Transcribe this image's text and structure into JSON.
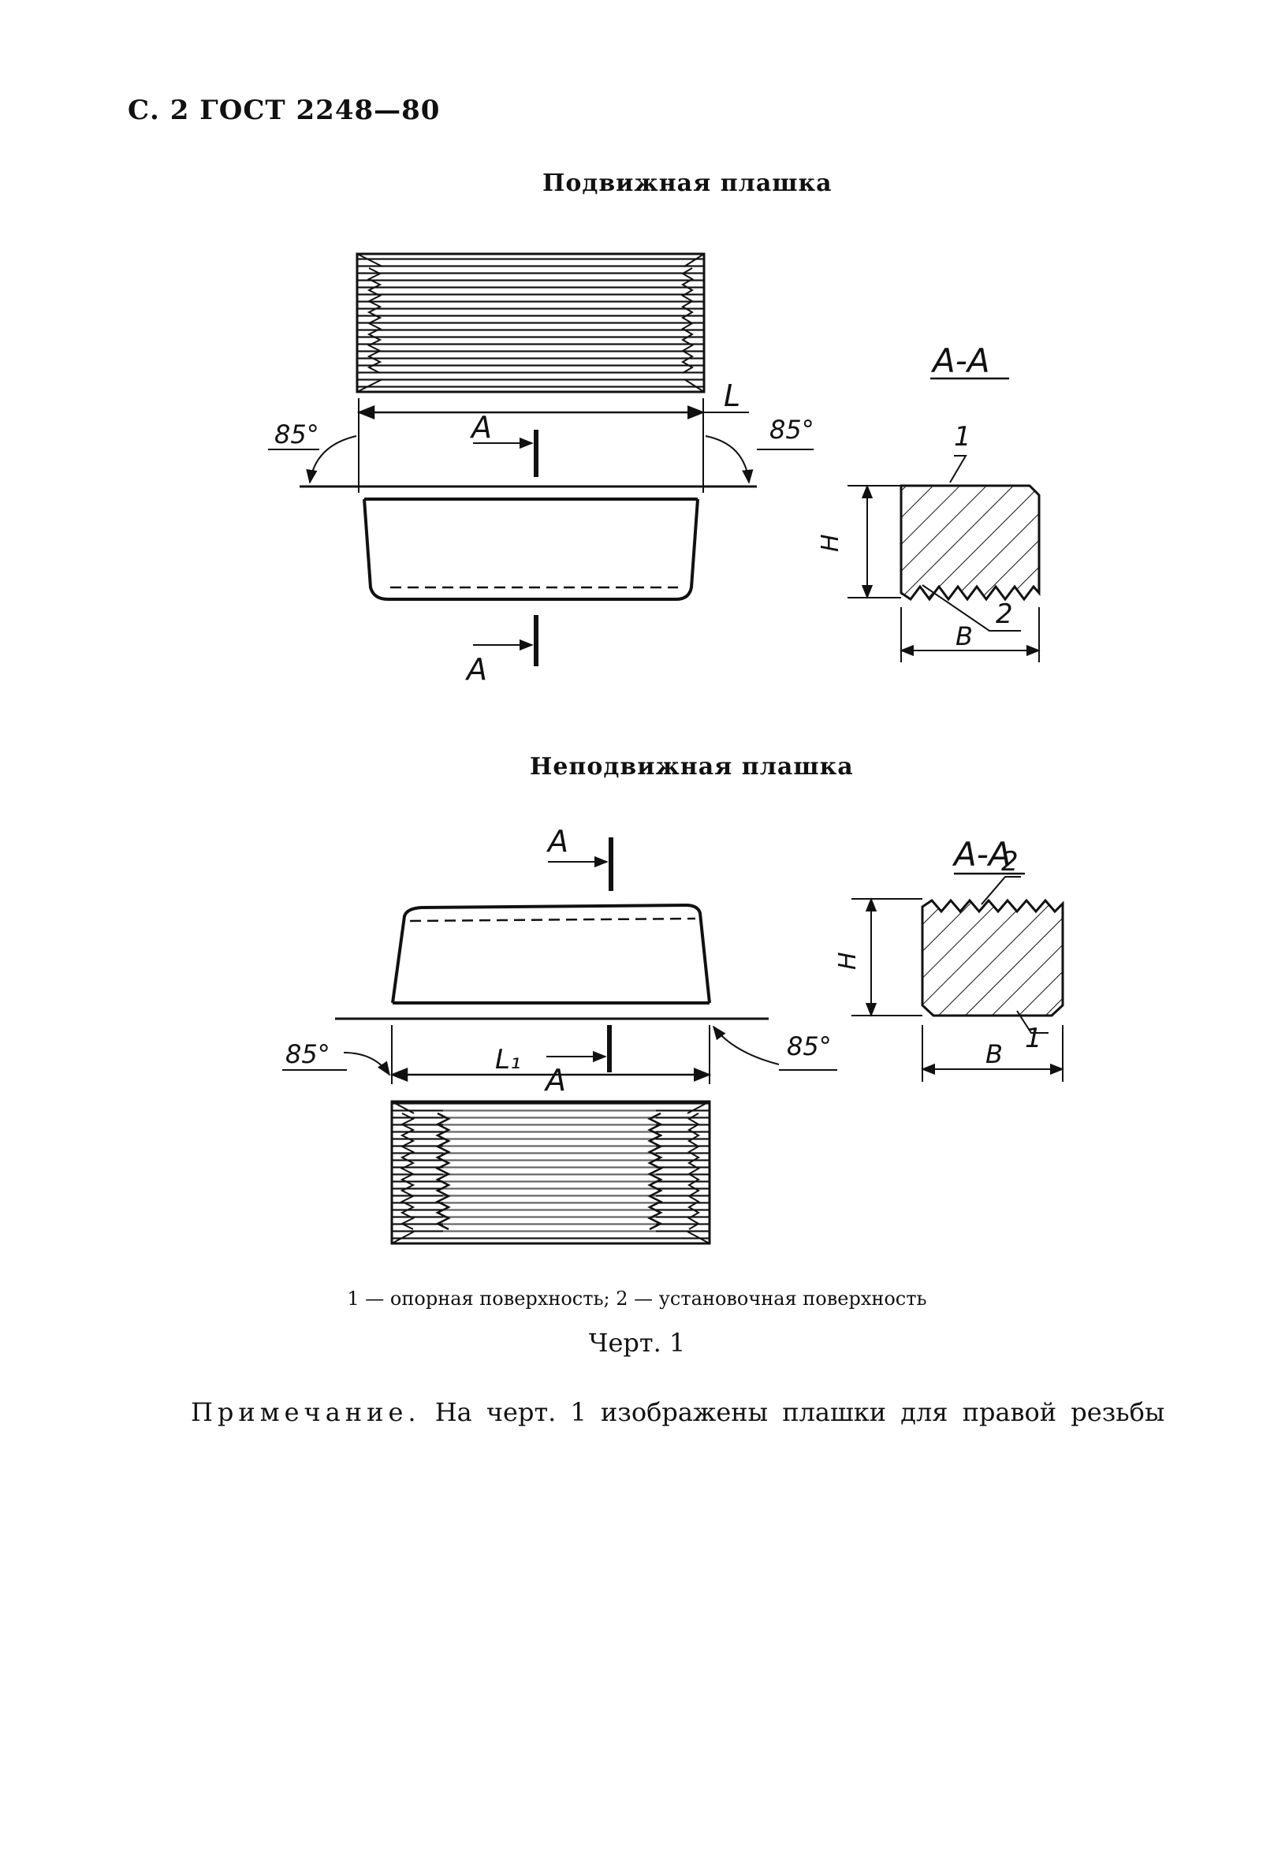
{
  "header": {
    "text": "С. 2 ГОСТ 2248—80"
  },
  "movable_die": {
    "title": "Подвижная плашка",
    "section_label": "А-А",
    "cut_label": "А",
    "dimension_length": "L",
    "angle_left": "85°",
    "angle_right": "85°",
    "height_label": "Н",
    "width_label": "В",
    "callout_1": "1",
    "callout_2": "2"
  },
  "fixed_die": {
    "title": "Неподвижная плашка",
    "section_label": "А-А",
    "cut_label": "А",
    "dimension_length": "L₁",
    "angle_left": "85°",
    "angle_right": "85°",
    "height_label": "Н",
    "width_label": "В",
    "callout_1": "1",
    "callout_2": "2"
  },
  "legend": "1 — опорная поверхность; 2 — установочная поверхность",
  "figure_caption": "Черт. 1",
  "note": {
    "lead": "Примечание.",
    "text": "На черт. 1 изображены плашки для правой резьбы"
  }
}
